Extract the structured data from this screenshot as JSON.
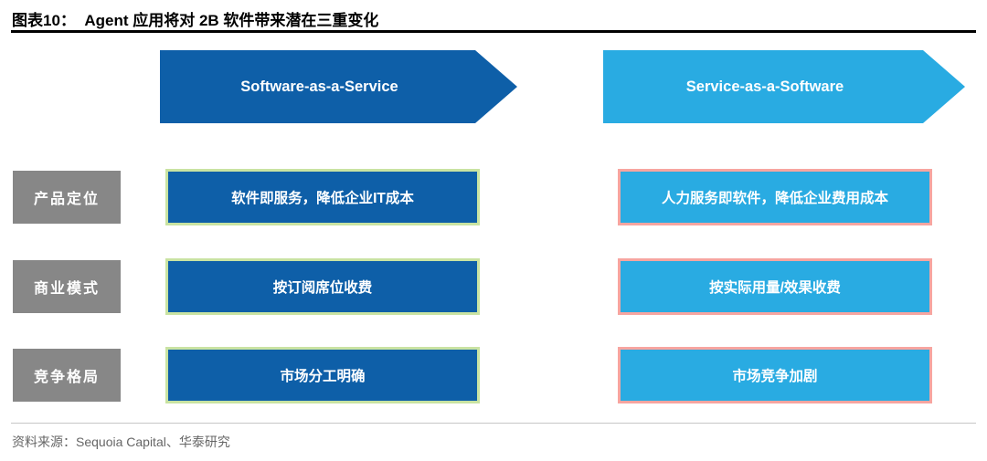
{
  "title": "图表10：  Agent 应用将对 2B 软件带来潜在三重变化",
  "columns": [
    {
      "id": "saas",
      "header": "Software-as-a-Service"
    },
    {
      "id": "serv",
      "header": "Service-as-a-Software"
    }
  ],
  "rows": [
    {
      "label": "产品定位",
      "left": "软件即服务，降低企业IT成本",
      "right": "人力服务即软件，降低企业费用成本"
    },
    {
      "label": "商业模式",
      "left": "按订阅席位收费",
      "right": "按实际用量/效果收费"
    },
    {
      "label": "竞争格局",
      "left": "市场分工明确",
      "right": "市场竞争加剧"
    }
  ],
  "source": "资料来源：Sequoia Capital、华泰研究",
  "colors": {
    "dark-blue": "#0E5FA8",
    "light-blue": "#29ABE2",
    "green-border": "#C9E3A2",
    "pink-border": "#F7A5A0",
    "label-gray": "#878787"
  }
}
